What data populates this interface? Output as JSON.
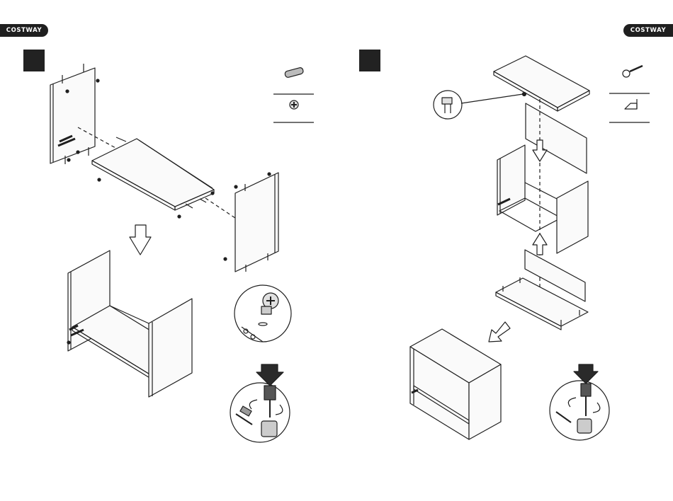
{
  "brand": {
    "left_label": "COSTWAY",
    "right_label": "COSTWAY"
  },
  "colors": {
    "ink": "#1f1f1f",
    "paper": "#ffffff",
    "panel_fill": "#fafafa"
  },
  "steps": [
    {
      "page": "left",
      "icon": "step-number-box",
      "hardware": [
        "dowel-icon",
        "cam-lock-icon"
      ]
    },
    {
      "page": "right",
      "icon": "step-number-box",
      "hardware": [
        "screw-icon",
        "corner-bracket-icon"
      ]
    }
  ]
}
